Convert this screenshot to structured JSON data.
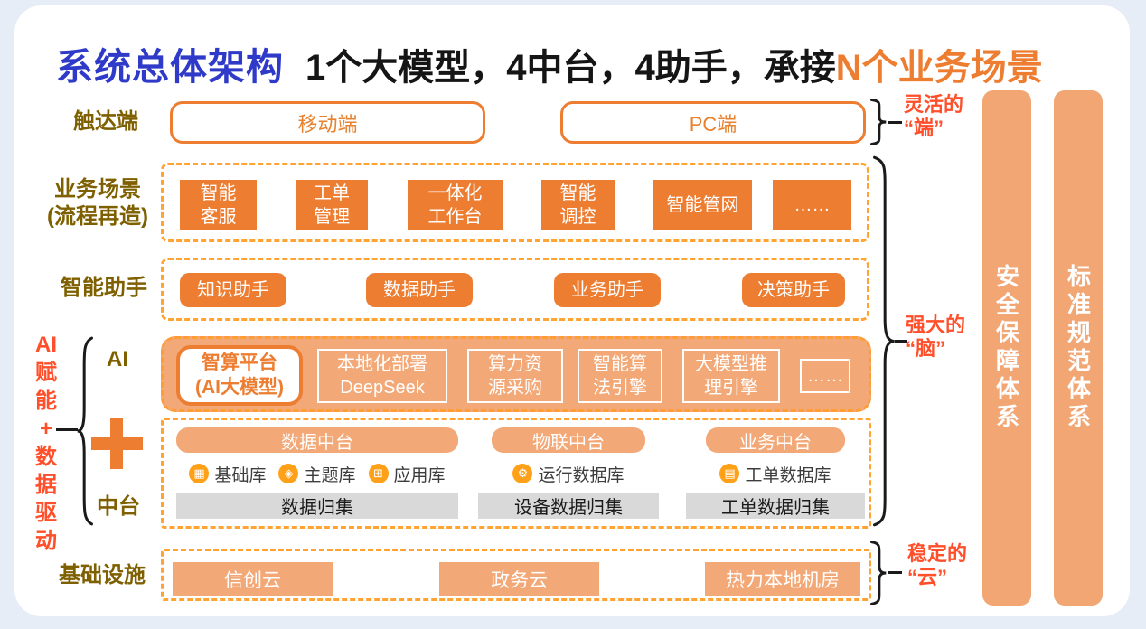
{
  "title": {
    "main": "系统总体架构",
    "subtitle": "1个大模型，4中台，4助手，承接",
    "subtitle_highlight": "N个业务场景"
  },
  "left_rail": {
    "vertical_text": "AI\n赋\n能\n+\n数\n据\n驱\n动"
  },
  "rows": {
    "reach": {
      "label": "触达端",
      "boxes": [
        "移动端",
        "PC端"
      ]
    },
    "scenarios": {
      "label": "业务场景\n(流程再造)",
      "boxes": [
        "智能\n客服",
        "工单\n管理",
        "一体化\n工作台",
        "智能\n调控",
        "智能管网",
        "……"
      ]
    },
    "assistants": {
      "label": "智能助手",
      "boxes": [
        "知识助手",
        "数据助手",
        "业务助手",
        "决策助手"
      ]
    },
    "ai": {
      "label": "AI",
      "platform": "智算平台\n(AI大模型)",
      "items": [
        "本地化部署\nDeepSeek",
        "算力资\n源采购",
        "智能算\n法引擎",
        "大模型推\n理引擎",
        "……"
      ]
    },
    "middle": {
      "label": "中台",
      "platforms": [
        {
          "header": "数据中台",
          "databases": [
            {
              "icon": "database-blocks-icon",
              "glyph": "▦",
              "label": "基础库"
            },
            {
              "icon": "cube-icon",
              "glyph": "◈",
              "label": "主题库"
            },
            {
              "icon": "app-grid-icon",
              "glyph": "⊞",
              "label": "应用库"
            }
          ],
          "collect": "数据归集"
        },
        {
          "header": "物联中台",
          "databases": [
            {
              "icon": "gear-icon",
              "glyph": "⚙",
              "label": "运行数据库"
            }
          ],
          "collect": "设备数据归集"
        },
        {
          "header": "业务中台",
          "databases": [
            {
              "icon": "work-order-icon",
              "glyph": "▤",
              "label": "工单数据库"
            }
          ],
          "collect": "工单数据归集"
        }
      ]
    },
    "infra": {
      "label": "基础设施",
      "boxes": [
        "信创云",
        "政务云",
        "热力本地机房"
      ]
    }
  },
  "annotations": [
    {
      "text": "灵活的\n“端”"
    },
    {
      "text": "强大的\n“脑”"
    },
    {
      "text": "稳定的\n“云”"
    }
  ],
  "side_bars": [
    "安全保障体系",
    "标准规范体系"
  ],
  "colors": {
    "accent_orange": "#ED7D31",
    "salmon": "#F3A877",
    "dashed_border": "#FFA433",
    "title_blue": "#2F3BC8",
    "label_olive": "#7F6000",
    "annotation_red": "#FF4F2B",
    "gray_bar": "#D9D9D9"
  }
}
